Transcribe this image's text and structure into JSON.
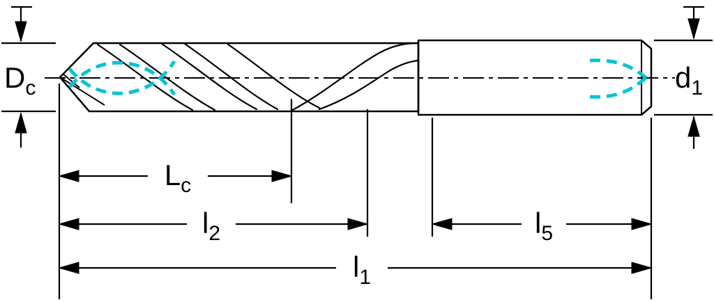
{
  "diagram": {
    "labels": {
      "dc_main": "D",
      "dc_sub": "c",
      "d1_main": "d",
      "d1_sub": "1",
      "lc_main": "L",
      "lc_sub": "c",
      "l2_main": "l",
      "l2_sub": "2",
      "l5_main": "l",
      "l5_sub": "5",
      "l1_main": "l",
      "l1_sub": "1"
    },
    "colors": {
      "outline": "#000000",
      "coolant_channel": "#00c4d7",
      "body_fill_light": "#efefef",
      "body_fill_dark": "#7e7e7e",
      "background": "#ffffff"
    }
  }
}
